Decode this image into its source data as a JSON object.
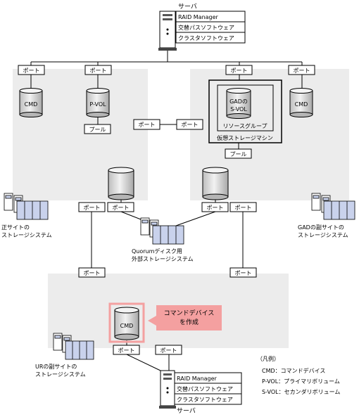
{
  "server_top": {
    "label": "サーバ",
    "software": [
      "RAID Manager",
      "交替パスソフトウェア",
      "クラスタソフトウェア"
    ]
  },
  "server_bottom": {
    "label": "サーバ",
    "software": [
      "RAID Manager",
      "交替パスソフトウェア",
      "クラスタソフトウェア"
    ]
  },
  "port_label": "ポート",
  "volumes": {
    "cmd": "CMD",
    "pvol": "P-VOL",
    "svol_line1": "GADの",
    "svol_line2": "S-VOL"
  },
  "pool_label": "プール",
  "resource_group_label": "リソースグループ",
  "virtual_storage_label": "仮想ストレージマシン",
  "systems": {
    "primary": [
      "正サイトの",
      "ストレージシステム"
    ],
    "gad_secondary": [
      "GADの副サイトの",
      "ストレージシステム"
    ],
    "quorum": [
      "Quorumディスク用",
      "外部ストレージシステム"
    ],
    "ur_secondary": [
      "URの副サイトの",
      "ストレージシステム"
    ]
  },
  "callout": {
    "line1": "コマンドデバイス",
    "line2": "を作成",
    "color": "#f4a0a0"
  },
  "legend": {
    "title": "（凡例）",
    "items": [
      "CMD：コマンドデバイス",
      "P-VOL：プライマリボリューム",
      "S-VOL：セカンダリボリューム"
    ]
  },
  "colors": {
    "region_fill": "#ececec",
    "line": "#000000",
    "storage_fill": "#c9d2ec",
    "highlight": "#f4a0a0"
  }
}
